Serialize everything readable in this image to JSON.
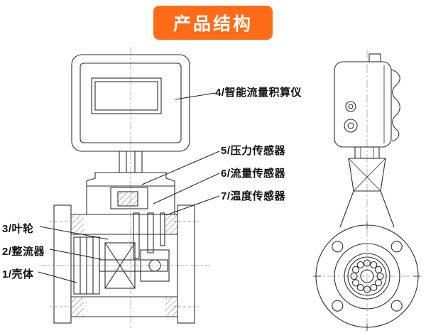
{
  "title": "产品结构",
  "labels": {
    "item4": "4/智能流量积算仪",
    "item5": "5/压力传感器",
    "item6": "6/流量传感器",
    "item7": "7/温度传感器",
    "item3": "3/叶轮",
    "item2": "2/整流器",
    "item1": "1/壳体"
  },
  "colors": {
    "banner_orange": "#ff6c17",
    "line": "#2e2e2e"
  }
}
